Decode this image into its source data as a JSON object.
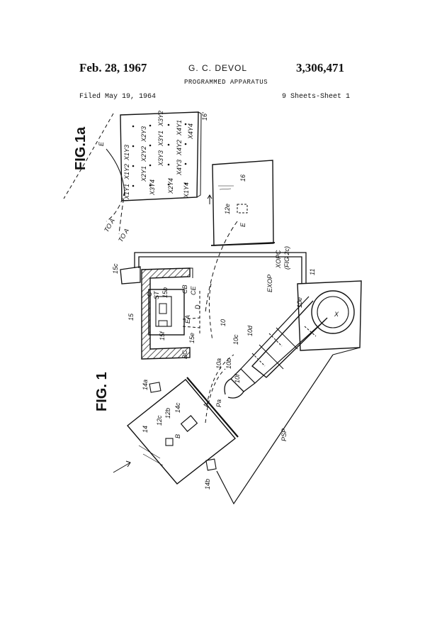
{
  "header": {
    "date": "Feb. 28, 1967",
    "inventor": "G. C. DEVOL",
    "patent_number": "3,306,471",
    "title": "PROGRAMMED APPARATUS",
    "filed": "Filed May 19, 1964",
    "sheets": "9 Sheets-Sheet 1"
  },
  "figure_labels": {
    "fig1a": "FIG.1a",
    "fig1": "FIG. 1"
  },
  "grid": {
    "label": "16'",
    "rows": [
      [
        "X1Y1",
        "X2Y1",
        "X3Y1",
        "X4Y1"
      ],
      [
        "X1Y2",
        "X2Y2",
        "X3Y2",
        "X4Y2"
      ],
      [
        "X1Y3",
        "X2Y3",
        "X3Y3",
        "X4Y3"
      ],
      [
        "X1Y4",
        "X2Y4",
        "X3Y4",
        "X4Y4"
      ]
    ]
  },
  "callouts": {
    "to_a_1": "TO A",
    "to_a_2": "TO A",
    "e_small": "E",
    "panel16": "16",
    "p12e": "12e",
    "e_big": "E",
    "c15c": "15c",
    "xopc": "XOPC",
    "fig2c": "(FIG 2c)",
    "exop": "EXOP",
    "n11": "11",
    "n10e": "10e",
    "n15": "15",
    "st": "ST",
    "n15b": "15b",
    "c": "C",
    "cb": "CB",
    "ce": "CE",
    "d": "D",
    "n15f": "15f",
    "ea": "EA",
    "n15e": "15e",
    "n10": "10",
    "n10c": "10c",
    "n10d": "10d",
    "x": "X",
    "n10a": "10a",
    "n10b": "10b",
    "n10f": "10f",
    "a": "A",
    "pa": "Pa",
    "bc": "BC",
    "n14a": "14a",
    "n14c": "14c",
    "n12b": "12b",
    "n12c": "12c",
    "n14": "14",
    "b": "B",
    "psp": "PSP",
    "n14b": "14b"
  }
}
